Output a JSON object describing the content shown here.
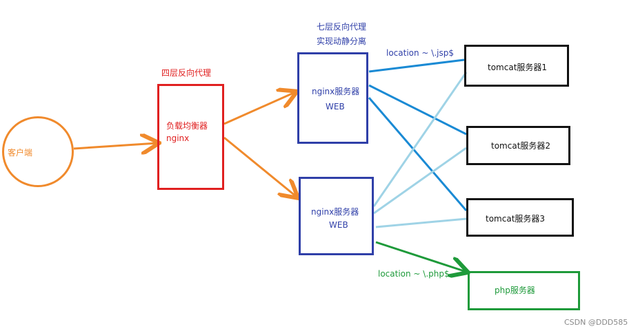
{
  "labels": {
    "client": "客户端",
    "layer4_title": "四层反向代理",
    "lb_line1": "负载均衡器",
    "lb_line2": "nginx",
    "layer7_title_line1": "七层反向代理",
    "layer7_title_line2": "实现动静分离",
    "nginx1_line1": "nginx服务器",
    "nginx1_line2": "WEB",
    "nginx2_line1": "nginx服务器",
    "nginx2_line2": "WEB",
    "tomcat1": "tomcat服务器1",
    "tomcat2": "tomcat服务器2",
    "tomcat3": "tomcat服务器3",
    "php": "php服务器",
    "loc_jsp": "location ~ \\.jsp$",
    "loc_php": "location ~ \\.php$",
    "watermark": "CSDN @DDD585"
  },
  "colors": {
    "orange": "#f08a2c",
    "red": "#e02020",
    "blue_box": "#2f3fa8",
    "dark_blue_line": "#1a8ad4",
    "light_blue_line": "#9fd3e6",
    "green": "#1e9a3a",
    "black": "#111111"
  }
}
